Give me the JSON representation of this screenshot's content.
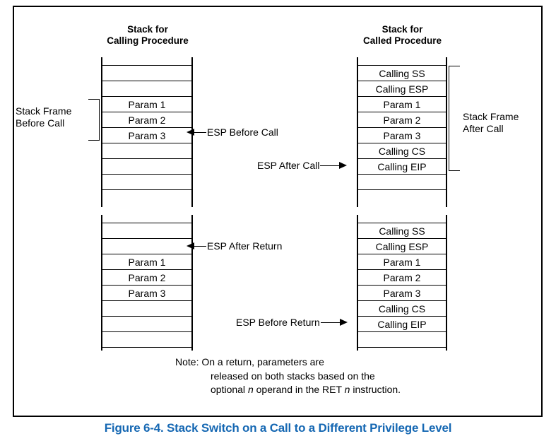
{
  "figure": {
    "caption": "Figure 6-4.  Stack Switch on a Call to a Different Privilege Level",
    "caption_color": "#1668b3"
  },
  "headings": {
    "calling_stack": "Stack for\nCalling Procedure",
    "calling_stack_line1": "Stack for",
    "calling_stack_line2": "Calling Procedure",
    "called_stack_line1": "Stack for",
    "called_stack_line2": "Called Procedure"
  },
  "brackets": {
    "before_call_line1": "Stack Frame",
    "before_call_line2": "Before Call",
    "after_call_line1": "Stack Frame",
    "after_call_line2": "After Call"
  },
  "pointers": {
    "esp_before_call": "ESP Before Call",
    "esp_after_call": "ESP After Call",
    "esp_after_return": "ESP After Return",
    "esp_before_return": "ESP Before Return"
  },
  "stacks": {
    "calling_top": {
      "rows": [
        "",
        "",
        "",
        "Param 1",
        "Param 2",
        "Param 3",
        "",
        "",
        "",
        ""
      ]
    },
    "called_top": {
      "rows": [
        "",
        "Calling SS",
        "Calling ESP",
        "Param 1",
        "Param 2",
        "Param 3",
        "Calling CS",
        "Calling EIP",
        "",
        ""
      ]
    },
    "calling_bottom": {
      "rows": [
        "",
        "",
        "",
        "Param 1",
        "Param 2",
        "Param 3",
        "",
        "",
        "",
        ""
      ]
    },
    "called_bottom": {
      "rows": [
        "",
        "Calling SS",
        "Calling ESP",
        "Param 1",
        "Param 2",
        "Param 3",
        "Calling CS",
        "Calling EIP",
        "",
        ""
      ]
    }
  },
  "note": {
    "line1": "Note: On a return, parameters are",
    "line2": "released on both stacks based on the",
    "line3_a": "optional ",
    "line3_n": "n",
    "line3_b": " operand in the RET ",
    "line3_n2": "n",
    "line3_c": " instruction."
  }
}
